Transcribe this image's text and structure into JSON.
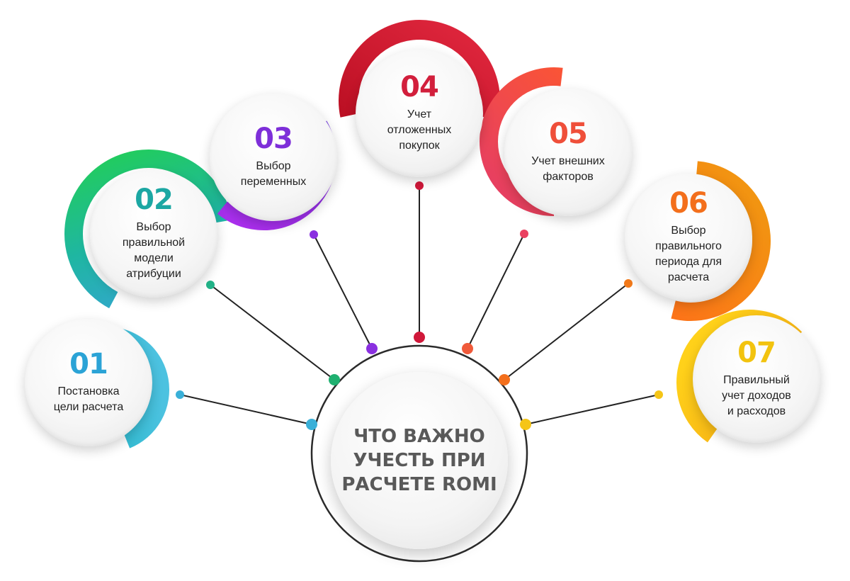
{
  "center": {
    "title": "ЧТО ВАЖНО\nУЧЕСТЬ ПРИ\nРАСЧЕТЕ ROMI"
  },
  "steps": [
    {
      "number": "01",
      "label": "Постановка\nцели расчета",
      "color": "#2ba3d6"
    },
    {
      "number": "02",
      "label": "Выбор\nправильной\nмодели\nатрибуции",
      "color": "#1ba7a3"
    },
    {
      "number": "03",
      "label": "Выбор\nпеременных",
      "color": "#7e2fd9"
    },
    {
      "number": "04",
      "label": "Учет\nотложенных\nпокупок",
      "color": "#d21f3c"
    },
    {
      "number": "05",
      "label": "Учет внешних\nфакторов",
      "color": "#ef4f3a"
    },
    {
      "number": "06",
      "label": "Выбор\nправильного\nпериода для\nрасчета",
      "color": "#f36f1c"
    },
    {
      "number": "07",
      "label": "Правильный\nучет доходов\nи расходов",
      "color": "#f2c30f"
    }
  ]
}
